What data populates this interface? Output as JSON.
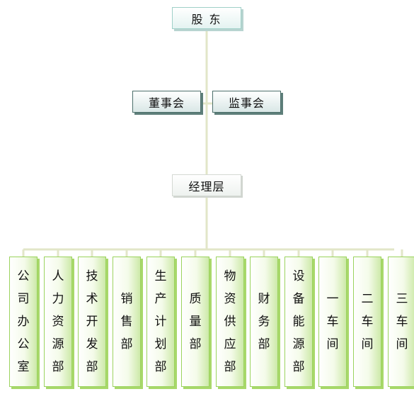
{
  "chart_data": {
    "type": "org-chart",
    "root": "股 东",
    "board": [
      "董事会",
      "监事会"
    ],
    "management": "经理层",
    "departments": [
      "公司办公室",
      "人力资源部",
      "技术开发部",
      "销售部",
      "生产计划部",
      "质量部",
      "物资供应部",
      "财务部",
      "设备能源部",
      "一车间",
      "二车间",
      "三车间"
    ]
  },
  "colors": {
    "connector": "#e2e6c8",
    "dept_border": "#9bd35e",
    "dept_shadow": "#a8d86a",
    "board_border": "#4c6f6b",
    "top_border": "#9fd0c8"
  }
}
